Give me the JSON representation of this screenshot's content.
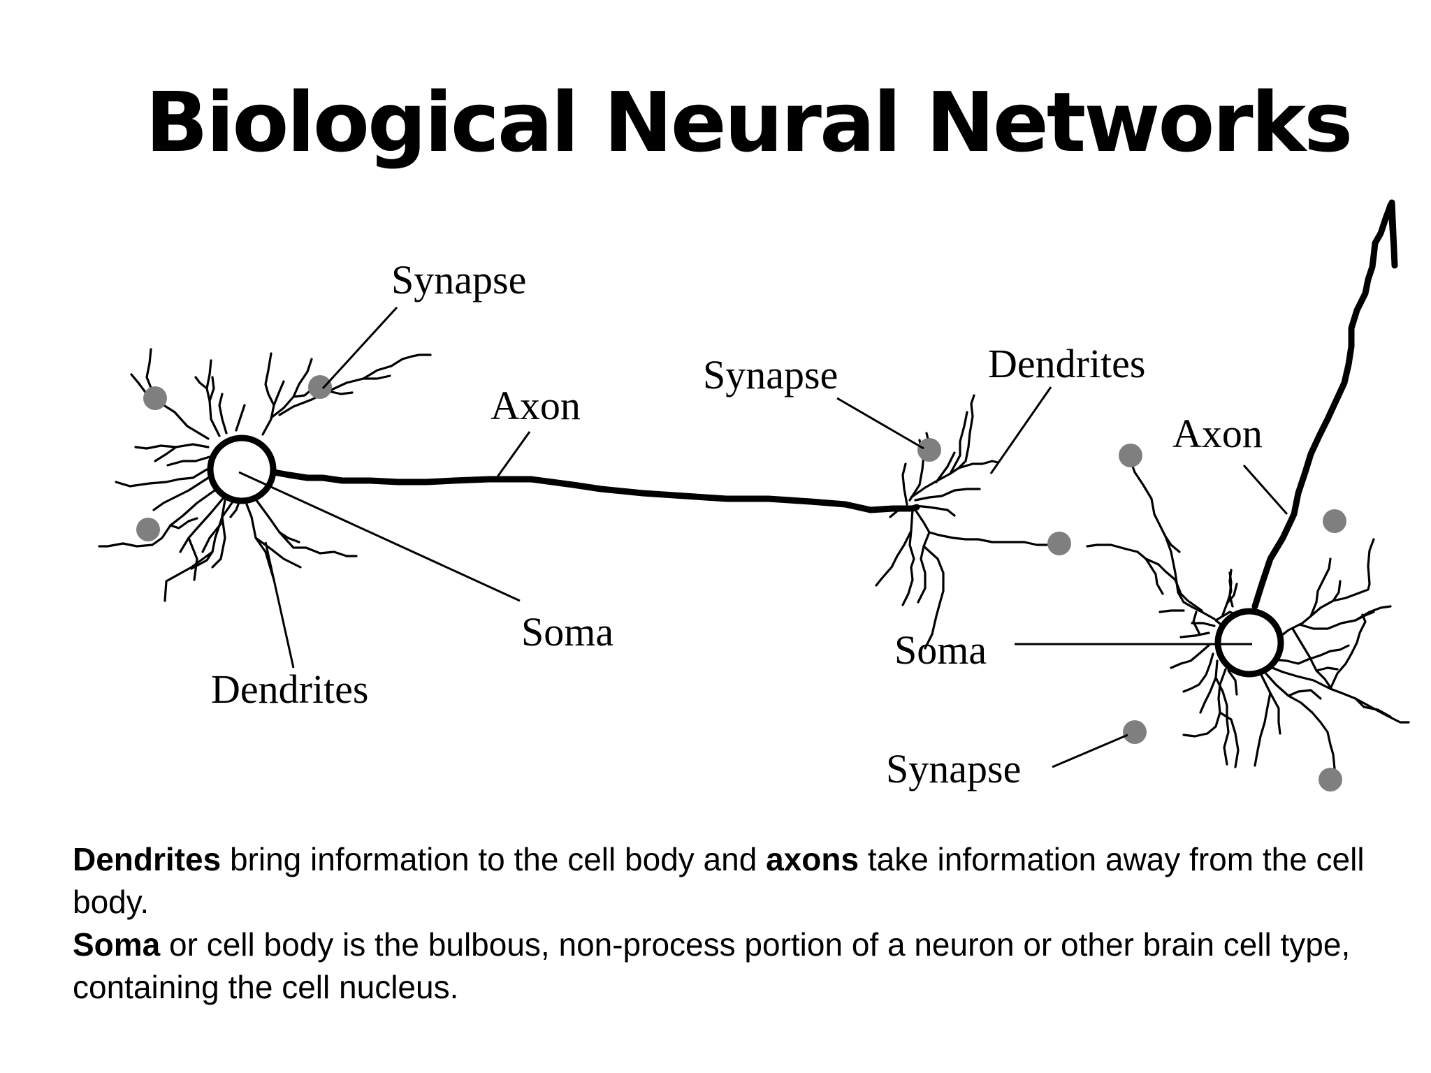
{
  "title": "Biological Neural Networks",
  "labels": {
    "synapse_top": "Synapse",
    "axon_left": "Axon",
    "soma_left": "Soma",
    "dendrites_left": "Dendrites",
    "synapse_mid": "Synapse",
    "dendrites_right": "Dendrites",
    "axon_right": "Axon",
    "soma_right": "Soma",
    "synapse_bottom": "Synapse"
  },
  "caption": {
    "line1": {
      "term1": "Dendrites",
      "text1": " bring information to the cell body and ",
      "term2": "axons",
      "text2": " take information away from the cell body."
    },
    "line2": {
      "term": "Soma",
      "text": " or cell body is the bulbous, non-process portion of a neuron or other brain cell type, containing the cell nucleus."
    }
  },
  "colors": {
    "synapse": "#7f7f7f",
    "ink": "#000000",
    "background": "#ffffff"
  }
}
